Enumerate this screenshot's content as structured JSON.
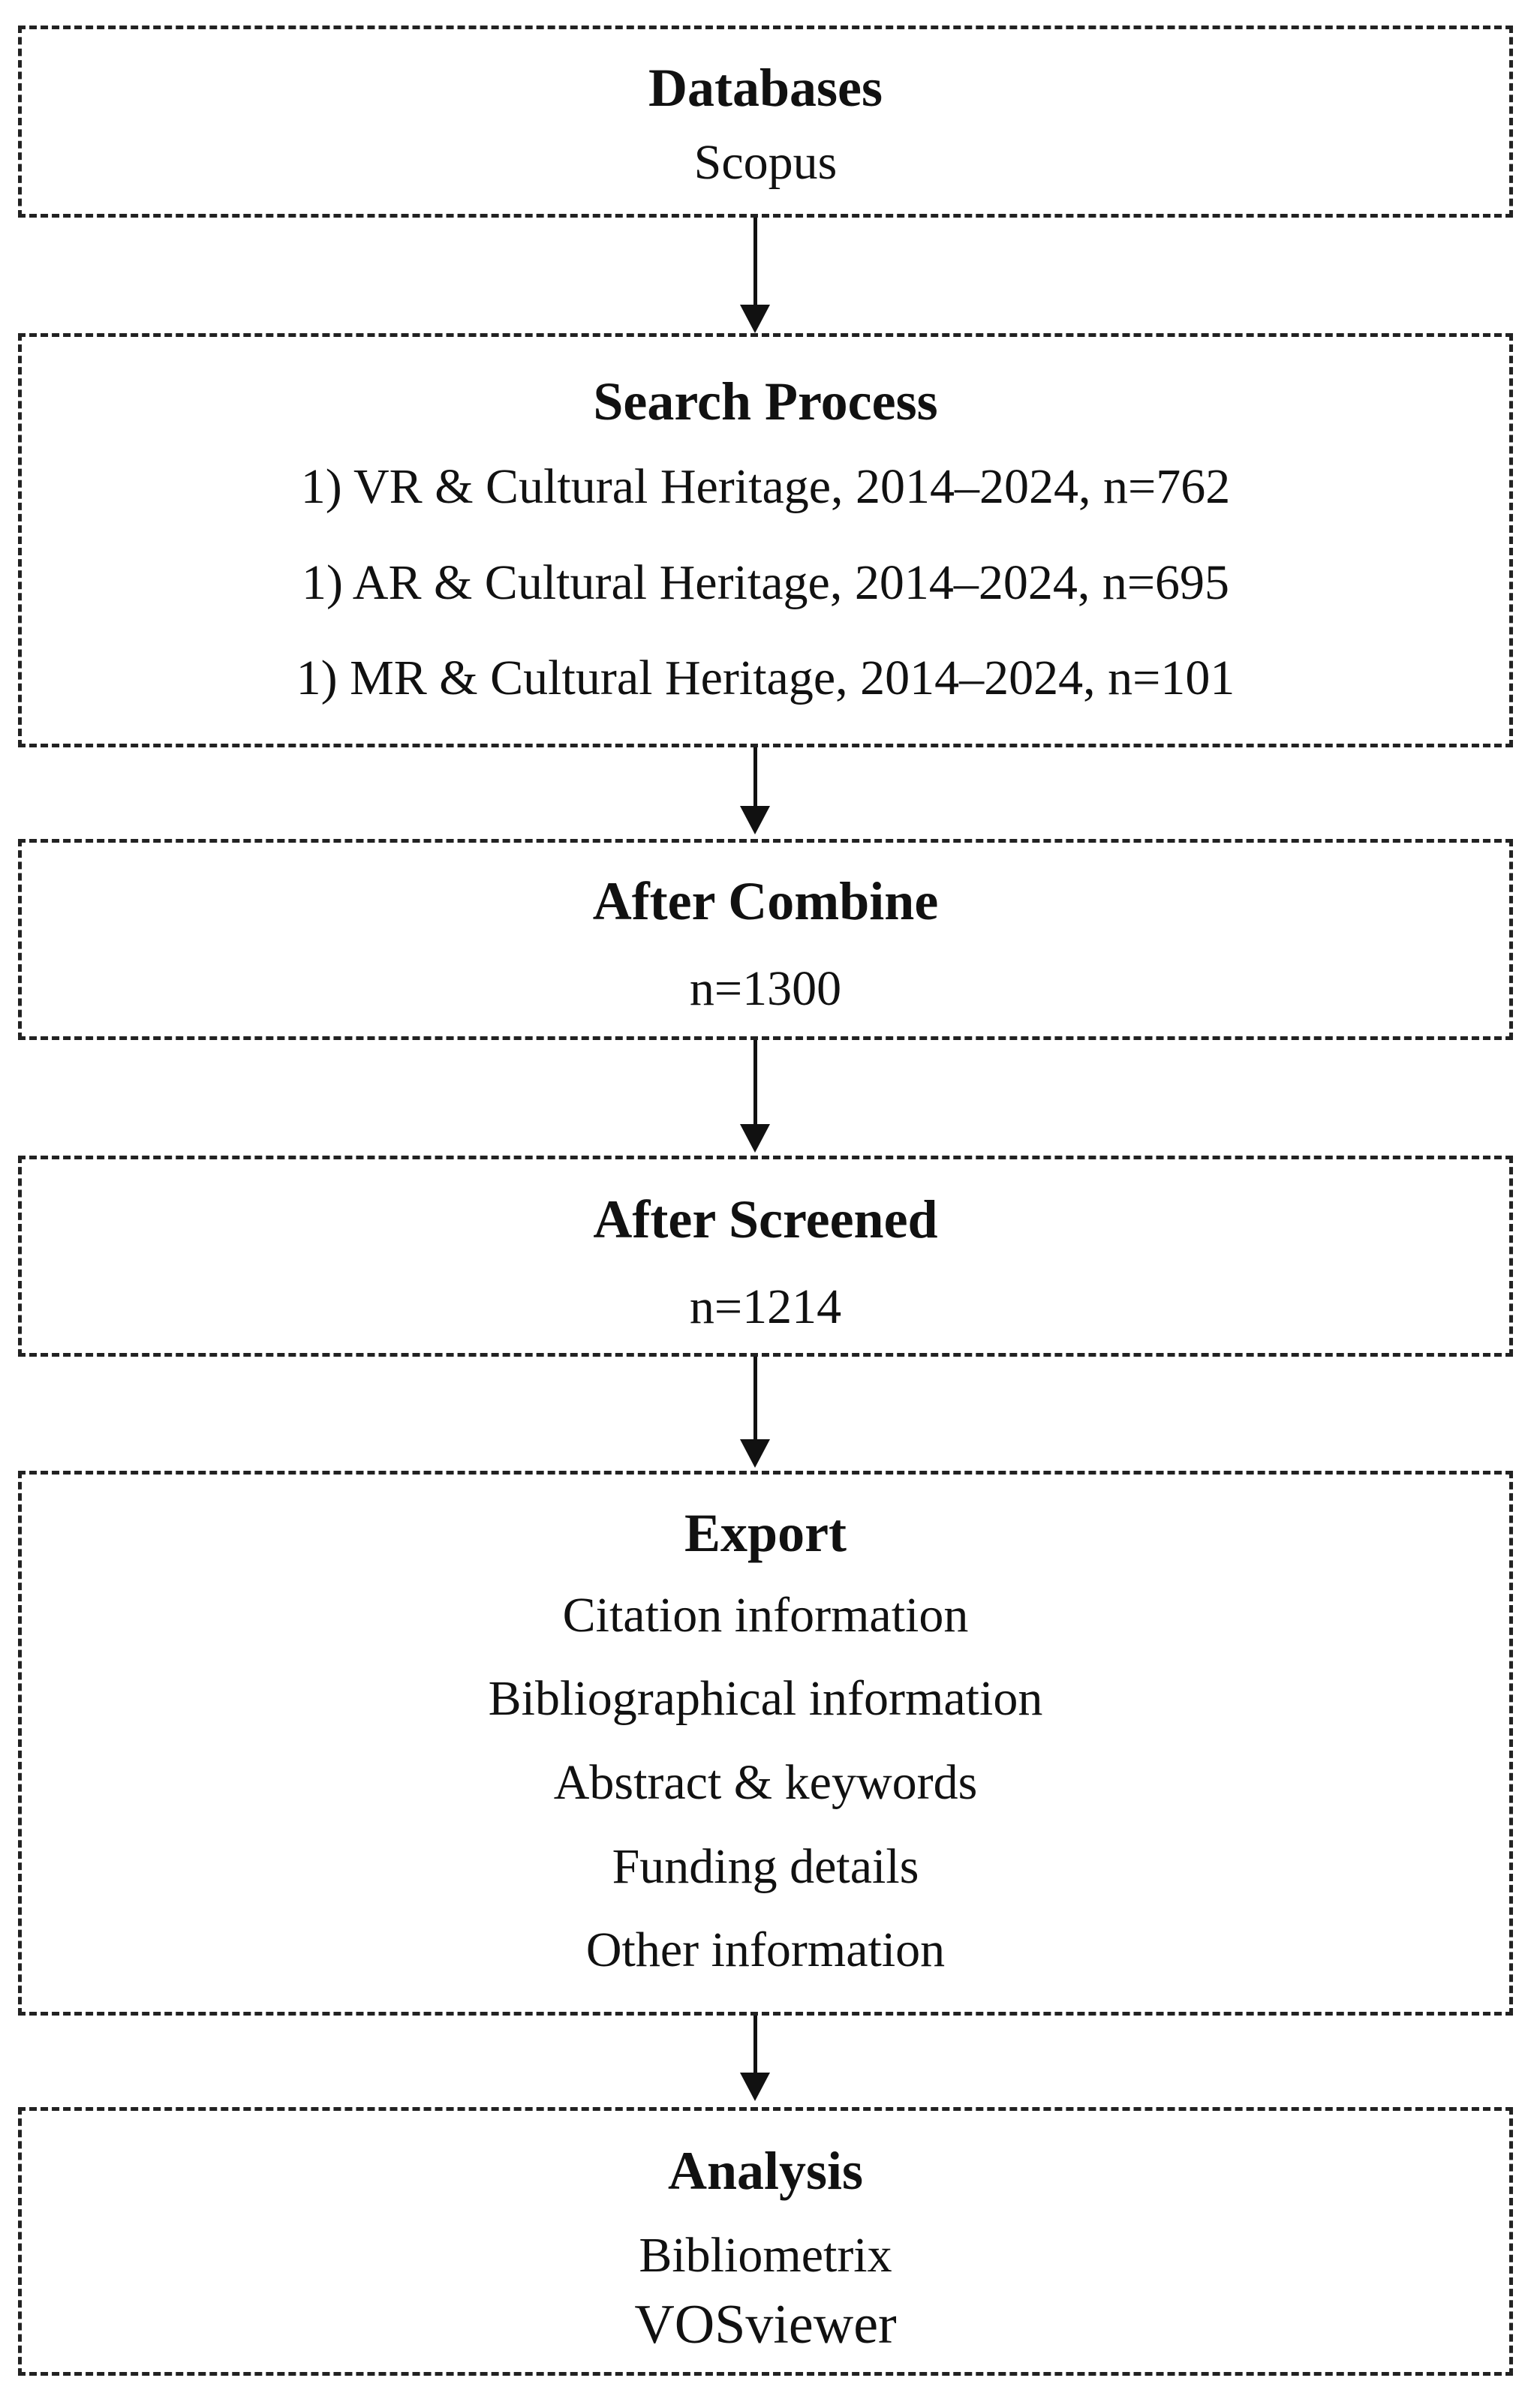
{
  "steps": {
    "databases": {
      "title": "Databases",
      "lines": [
        "Scopus"
      ]
    },
    "search": {
      "title": "Search Process",
      "lines": [
        "1) VR & Cultural Heritage, 2014–2024, n=762",
        "1) AR & Cultural Heritage, 2014–2024, n=695",
        "1) MR & Cultural Heritage, 2014–2024, n=101"
      ]
    },
    "combine": {
      "title": "After Combine",
      "lines": [
        "n=1300"
      ]
    },
    "screened": {
      "title": "After Screened",
      "lines": [
        "n=1214"
      ]
    },
    "export": {
      "title": "Export",
      "lines": [
        "Citation information",
        "Bibliographical information",
        "Abstract & keywords",
        "Funding details",
        "Other information"
      ]
    },
    "analysis": {
      "title": "Analysis",
      "lines": [
        "Bibliometrix",
        "VOSviewer"
      ]
    }
  }
}
